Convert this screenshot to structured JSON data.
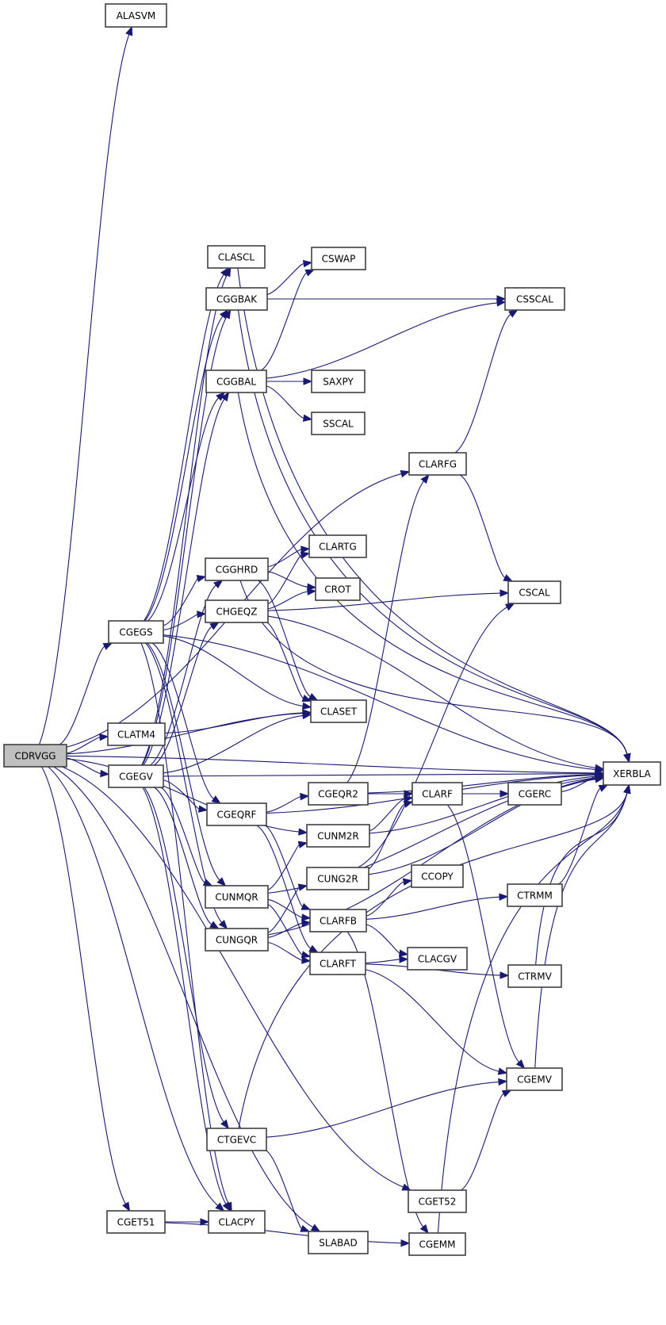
{
  "diagram": {
    "type": "call-graph",
    "root": "CDRVGG",
    "colors": {
      "edge": "#191970",
      "node_border": "#404040",
      "node_fill": "#ffffff",
      "root_fill": "#bfbfbf"
    },
    "nodes": [
      {
        "id": "ALASVM",
        "label": "ALASVM"
      },
      {
        "id": "CLASCL",
        "label": "CLASCL"
      },
      {
        "id": "CSWAP",
        "label": "CSWAP"
      },
      {
        "id": "CGGBAK",
        "label": "CGGBAK"
      },
      {
        "id": "CSSCAL",
        "label": "CSSCAL"
      },
      {
        "id": "CGGBAL",
        "label": "CGGBAL"
      },
      {
        "id": "SAXPY",
        "label": "SAXPY"
      },
      {
        "id": "SSCAL",
        "label": "SSCAL"
      },
      {
        "id": "CLARFG",
        "label": "CLARFG"
      },
      {
        "id": "CLARTG",
        "label": "CLARTG"
      },
      {
        "id": "CGGHRD",
        "label": "CGGHRD"
      },
      {
        "id": "CROT",
        "label": "CROT"
      },
      {
        "id": "CSCAL",
        "label": "CSCAL"
      },
      {
        "id": "CHGEQZ",
        "label": "CHGEQZ"
      },
      {
        "id": "CGEGS",
        "label": "CGEGS"
      },
      {
        "id": "CLASET",
        "label": "CLASET"
      },
      {
        "id": "CLATM4",
        "label": "CLATM4"
      },
      {
        "id": "CDRVGG",
        "label": "CDRVGG"
      },
      {
        "id": "XERBLA",
        "label": "XERBLA"
      },
      {
        "id": "CGEGV",
        "label": "CGEGV"
      },
      {
        "id": "CGEQR2",
        "label": "CGEQR2"
      },
      {
        "id": "CLARF",
        "label": "CLARF"
      },
      {
        "id": "CGERC",
        "label": "CGERC"
      },
      {
        "id": "CGEQRF",
        "label": "CGEQRF"
      },
      {
        "id": "CUNM2R",
        "label": "CUNM2R"
      },
      {
        "id": "CUNG2R",
        "label": "CUNG2R"
      },
      {
        "id": "CCOPY",
        "label": "CCOPY"
      },
      {
        "id": "CUNMQR",
        "label": "CUNMQR"
      },
      {
        "id": "CTRMM",
        "label": "CTRMM"
      },
      {
        "id": "CLARFB",
        "label": "CLARFB"
      },
      {
        "id": "CUNGQR",
        "label": "CUNGQR"
      },
      {
        "id": "CLARFT",
        "label": "CLARFT"
      },
      {
        "id": "CLACGV",
        "label": "CLACGV"
      },
      {
        "id": "CTRMV",
        "label": "CTRMV"
      },
      {
        "id": "CGEMV",
        "label": "CGEMV"
      },
      {
        "id": "CTGEVC",
        "label": "CTGEVC"
      },
      {
        "id": "CGET52",
        "label": "CGET52"
      },
      {
        "id": "CGET51",
        "label": "CGET51"
      },
      {
        "id": "CLACPY",
        "label": "CLACPY"
      },
      {
        "id": "SLABAD",
        "label": "SLABAD"
      },
      {
        "id": "CGEMM",
        "label": "CGEMM"
      }
    ],
    "edges": [
      [
        "CDRVGG",
        "ALASVM"
      ],
      [
        "CDRVGG",
        "XERBLA"
      ],
      [
        "CDRVGG",
        "CLARFG"
      ],
      [
        "CDRVGG",
        "CGEGS"
      ],
      [
        "CDRVGG",
        "CLASET"
      ],
      [
        "CDRVGG",
        "CLATM4"
      ],
      [
        "CDRVGG",
        "CGEGV"
      ],
      [
        "CDRVGG",
        "CUNM2R"
      ],
      [
        "CDRVGG",
        "CGET51"
      ],
      [
        "CDRVGG",
        "CLACPY"
      ],
      [
        "CDRVGG",
        "SLABAD"
      ],
      [
        "CDRVGG",
        "CGET52"
      ],
      [
        "CGEGS",
        "XERBLA"
      ],
      [
        "CGEGS",
        "CLASCL"
      ],
      [
        "CGEGS",
        "CGGBAK"
      ],
      [
        "CGEGS",
        "CGGBAL"
      ],
      [
        "CGEGS",
        "CGGHRD"
      ],
      [
        "CGEGS",
        "CHGEQZ"
      ],
      [
        "CGEGS",
        "CLASET"
      ],
      [
        "CGEGS",
        "CGEQRF"
      ],
      [
        "CGEGS",
        "CUNMQR"
      ],
      [
        "CGEGS",
        "CUNGQR"
      ],
      [
        "CGEGS",
        "CLACPY"
      ],
      [
        "CGEGV",
        "XERBLA"
      ],
      [
        "CGEGV",
        "CLASCL"
      ],
      [
        "CGEGV",
        "CGGBAK"
      ],
      [
        "CGEGV",
        "CGGBAL"
      ],
      [
        "CGEGV",
        "CGGHRD"
      ],
      [
        "CGEGV",
        "CHGEQZ"
      ],
      [
        "CGEGV",
        "CLASET"
      ],
      [
        "CGEGV",
        "CGEQRF"
      ],
      [
        "CGEGV",
        "CUNMQR"
      ],
      [
        "CGEGV",
        "CUNGQR"
      ],
      [
        "CGEGV",
        "CTGEVC"
      ],
      [
        "CGEGV",
        "CLACPY"
      ],
      [
        "CLASCL",
        "XERBLA"
      ],
      [
        "CGGBAK",
        "CSWAP"
      ],
      [
        "CGGBAK",
        "CSSCAL"
      ],
      [
        "CGGBAK",
        "XERBLA"
      ],
      [
        "CGGBAL",
        "CSWAP"
      ],
      [
        "CGGBAL",
        "CSSCAL"
      ],
      [
        "CGGBAL",
        "SAXPY"
      ],
      [
        "CGGBAL",
        "SSCAL"
      ],
      [
        "CGGBAL",
        "XERBLA"
      ],
      [
        "CLARFG",
        "CSSCAL"
      ],
      [
        "CLARFG",
        "CSCAL"
      ],
      [
        "CGGHRD",
        "CLARTG"
      ],
      [
        "CGGHRD",
        "CROT"
      ],
      [
        "CGGHRD",
        "CLASET"
      ],
      [
        "CGGHRD",
        "XERBLA"
      ],
      [
        "CHGEQZ",
        "CLARTG"
      ],
      [
        "CHGEQZ",
        "CROT"
      ],
      [
        "CHGEQZ",
        "CSCAL"
      ],
      [
        "CHGEQZ",
        "CLASET"
      ],
      [
        "CHGEQZ",
        "XERBLA"
      ],
      [
        "CLATM4",
        "CLASET"
      ],
      [
        "CGEQRF",
        "CGEQR2"
      ],
      [
        "CGEQRF",
        "CLARFB"
      ],
      [
        "CGEQRF",
        "CLARFT"
      ],
      [
        "CGEQRF",
        "XERBLA"
      ],
      [
        "CGEQR2",
        "CLARF"
      ],
      [
        "CGEQR2",
        "CLARFG"
      ],
      [
        "CGEQR2",
        "XERBLA"
      ],
      [
        "CUNM2R",
        "CLARF"
      ],
      [
        "CUNM2R",
        "XERBLA"
      ],
      [
        "CUNG2R",
        "CLARF"
      ],
      [
        "CUNG2R",
        "CSCAL"
      ],
      [
        "CUNG2R",
        "XERBLA"
      ],
      [
        "CLARF",
        "CGERC"
      ],
      [
        "CLARF",
        "CGEMV"
      ],
      [
        "CGERC",
        "XERBLA"
      ],
      [
        "CUNMQR",
        "CUNM2R"
      ],
      [
        "CUNMQR",
        "CLARFB"
      ],
      [
        "CUNMQR",
        "CLARFT"
      ],
      [
        "CUNMQR",
        "XERBLA"
      ],
      [
        "CUNGQR",
        "CUNG2R"
      ],
      [
        "CUNGQR",
        "CLARFB"
      ],
      [
        "CUNGQR",
        "CLARFT"
      ],
      [
        "CUNGQR",
        "XERBLA"
      ],
      [
        "CLARFB",
        "CCOPY"
      ],
      [
        "CLARFB",
        "CTRMM"
      ],
      [
        "CLARFB",
        "CLACGV"
      ],
      [
        "CLARFB",
        "CGEMM"
      ],
      [
        "CLARFT",
        "CLACGV"
      ],
      [
        "CLARFT",
        "CTRMV"
      ],
      [
        "CLARFT",
        "CGEMV"
      ],
      [
        "CTRMM",
        "XERBLA"
      ],
      [
        "CTRMV",
        "XERBLA"
      ],
      [
        "CGEMV",
        "XERBLA"
      ],
      [
        "CTGEVC",
        "CGEMV"
      ],
      [
        "CTGEVC",
        "SLABAD"
      ],
      [
        "CTGEVC",
        "XERBLA"
      ],
      [
        "CGET51",
        "CLACPY"
      ],
      [
        "CGET51",
        "CGEMM"
      ],
      [
        "CGET52",
        "CGEMV"
      ],
      [
        "CGEMM",
        "XERBLA"
      ]
    ]
  }
}
